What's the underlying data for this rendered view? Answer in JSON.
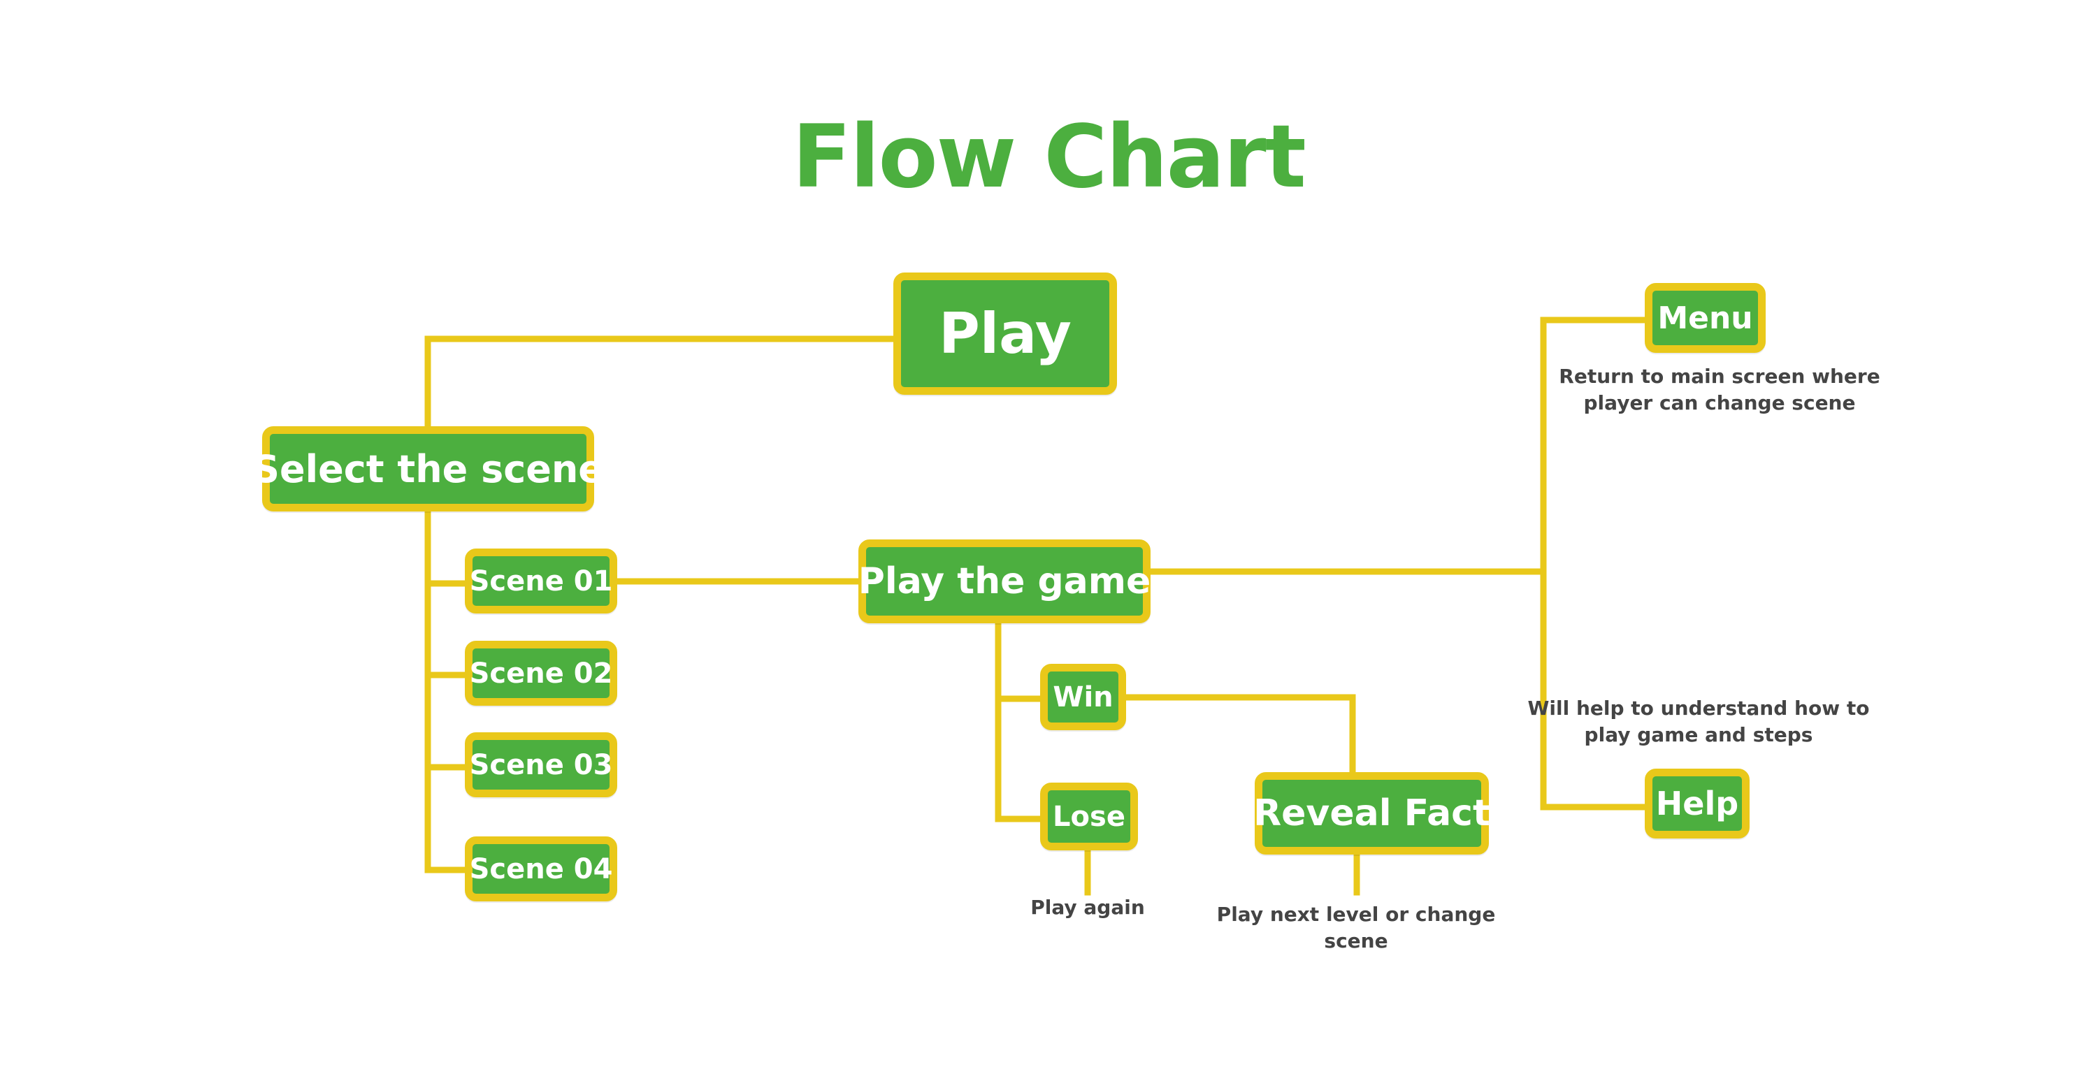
{
  "colors": {
    "green": "#4caf3f",
    "yellow": "#e9c81a",
    "note_text": "#444444",
    "title": "#4caf3f"
  },
  "title": "Flow Chart",
  "nodes": {
    "play": "Play",
    "select_scene": "Select the scene",
    "scene_01": "Scene 01",
    "scene_02": "Scene 02",
    "scene_03": "Scene 03",
    "scene_04": "Scene 04",
    "play_game": "Play the game",
    "win": "Win",
    "lose": "Lose",
    "reveal_fact": "Reveal Fact",
    "menu": "Menu",
    "help": "Help"
  },
  "notes": {
    "menu_line1": "Return to main screen where",
    "menu_line2": "player can change scene",
    "help_line1": "Will help to understand how to",
    "help_line2": "play game and steps",
    "lose_line1": "Play again",
    "reveal_line1": "Play next level or change",
    "reveal_line2": "scene"
  }
}
